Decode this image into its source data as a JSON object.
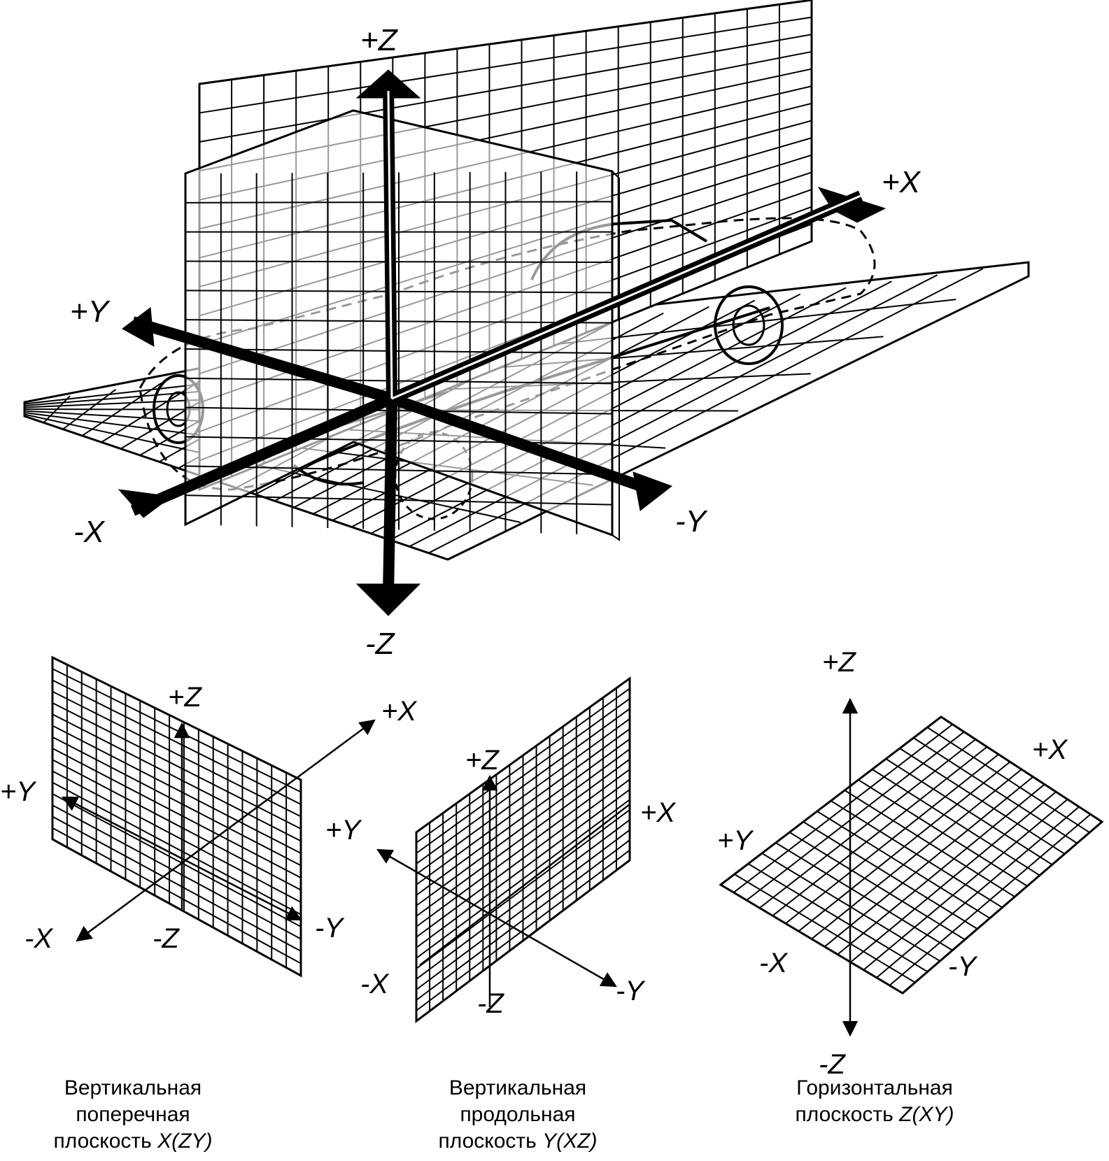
{
  "main": {
    "labels": {
      "pz": "+Z",
      "nz": "-Z",
      "px": "+X",
      "nx": "-X",
      "py": "+Y",
      "ny": "-Y"
    }
  },
  "p1": {
    "pz": "+Z",
    "nz": "-Z",
    "px": "+X",
    "nx": "-X",
    "py": "+Y",
    "ny": "-Y"
  },
  "p2": {
    "pz": "+Z",
    "nz": "-Z",
    "px": "+X",
    "nx": "-X",
    "py": "+Y",
    "ny": "-Y"
  },
  "p3": {
    "pz": "+Z",
    "nz": "-Z",
    "px": "+X",
    "nx": "-X",
    "py": "+Y",
    "ny": "-Y"
  },
  "captions": [
    {
      "line1": "Вертикальная",
      "line2": "поперечная",
      "line3_prefix": "плоскость ",
      "line3_label": "X(ZY)"
    },
    {
      "line1": "Вертикальная",
      "line2": "продольная",
      "line3_prefix": "плоскость ",
      "line3_label": "Y(XZ)"
    },
    {
      "line1": "Горизонтальная",
      "line2_prefix": "плоскость ",
      "line2_label": "Z(XY)"
    }
  ]
}
